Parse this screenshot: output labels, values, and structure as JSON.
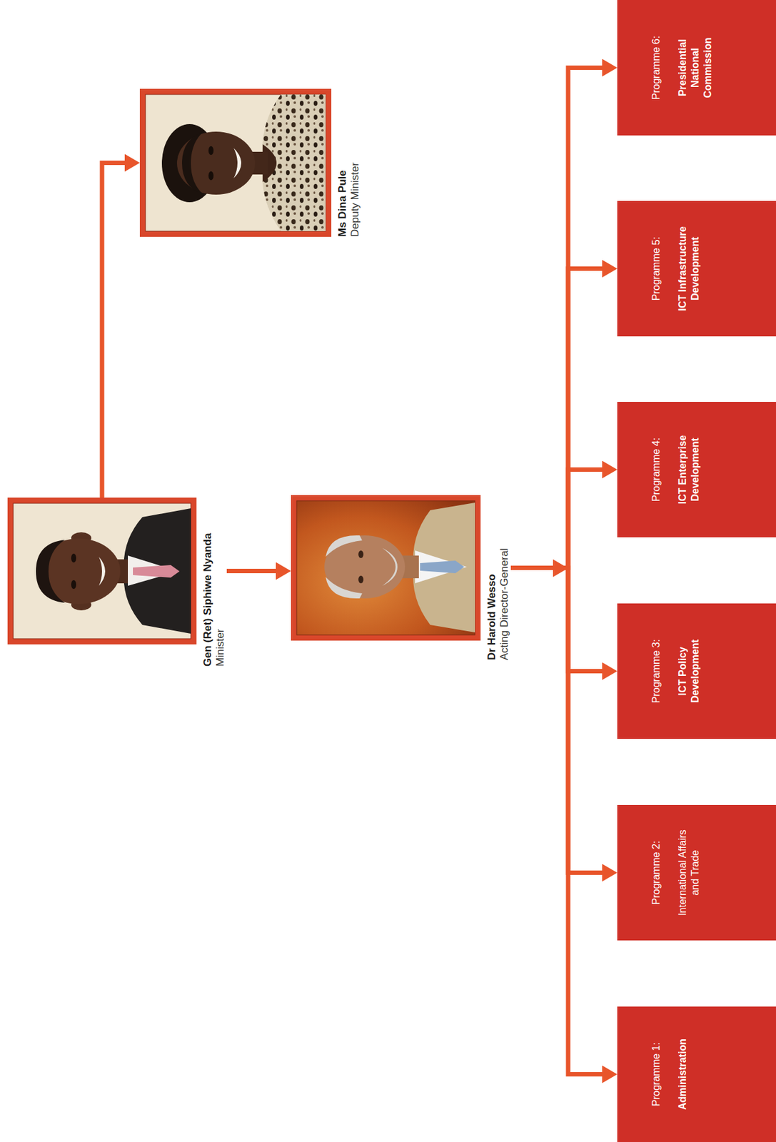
{
  "diagram": {
    "nodes": [
      {
        "text": [
          "Gen (Ret) Siphiwe Nyanda",
          "Minister"
        ]
      },
      {
        "text": [
          "Ms Dina Pule",
          "Deputy Minister"
        ]
      },
      {
        "text": [
          "Dr Harold Wesso",
          "Acting Director-General"
        ]
      },
      {
        "text": [
          "Programme 1:",
          "Administration"
        ]
      },
      {
        "text": [
          "Programme 2:",
          "International Affairs and Trade"
        ]
      },
      {
        "text": [
          "Programme 3:",
          "ICT Policy Development"
        ]
      },
      {
        "text": [
          "Programme 4:",
          "ICT Enterprise Development"
        ]
      },
      {
        "text": [
          "Programme 5:",
          "ICT Infrastructure Development"
        ]
      },
      {
        "text": [
          "Programme 6:",
          "Presidential National Commission"
        ]
      }
    ],
    "edges": [
      {
        "from": 0,
        "to": 1,
        "arrow": "to"
      },
      {
        "from": 0,
        "to": 2,
        "arrow": "to"
      },
      {
        "from": 2,
        "to": 3,
        "arrow": "to"
      },
      {
        "from": 2,
        "to": 4,
        "arrow": "to"
      },
      {
        "from": 2,
        "to": 5,
        "arrow": "to"
      },
      {
        "from": 2,
        "to": 6,
        "arrow": "to"
      },
      {
        "from": 2,
        "to": 7,
        "arrow": "to"
      },
      {
        "from": 2,
        "to": 8,
        "arrow": "to"
      }
    ]
  }
}
